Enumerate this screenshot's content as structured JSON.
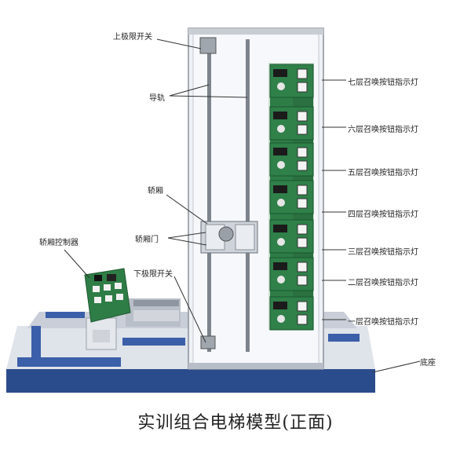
{
  "labels": {
    "upper_limit_switch": "上极限开关",
    "guide_rail": "导轨",
    "car": "轿厢",
    "car_door": "轿厢门",
    "car_controller": "轿厢控制器",
    "lower_limit_switch": "下极限开关",
    "base": "底座"
  },
  "floor_call_labels": [
    "七层召唤按钮指示灯",
    "六层召唤按钮指示灯",
    "五层召唤按钮指示灯",
    "四层召唤按钮指示灯",
    "三层召唤按钮指示灯",
    "二层召唤按钮指示灯",
    "一层召唤按钮指示灯"
  ],
  "caption": "实训组合电梯模型(正面)",
  "colors": {
    "base_blue": "#3b5fa8",
    "base_dark": "#1f3f7a",
    "pcb_green": "#2e7d46",
    "frame": "#d9dde3",
    "rail": "#7d848c"
  }
}
